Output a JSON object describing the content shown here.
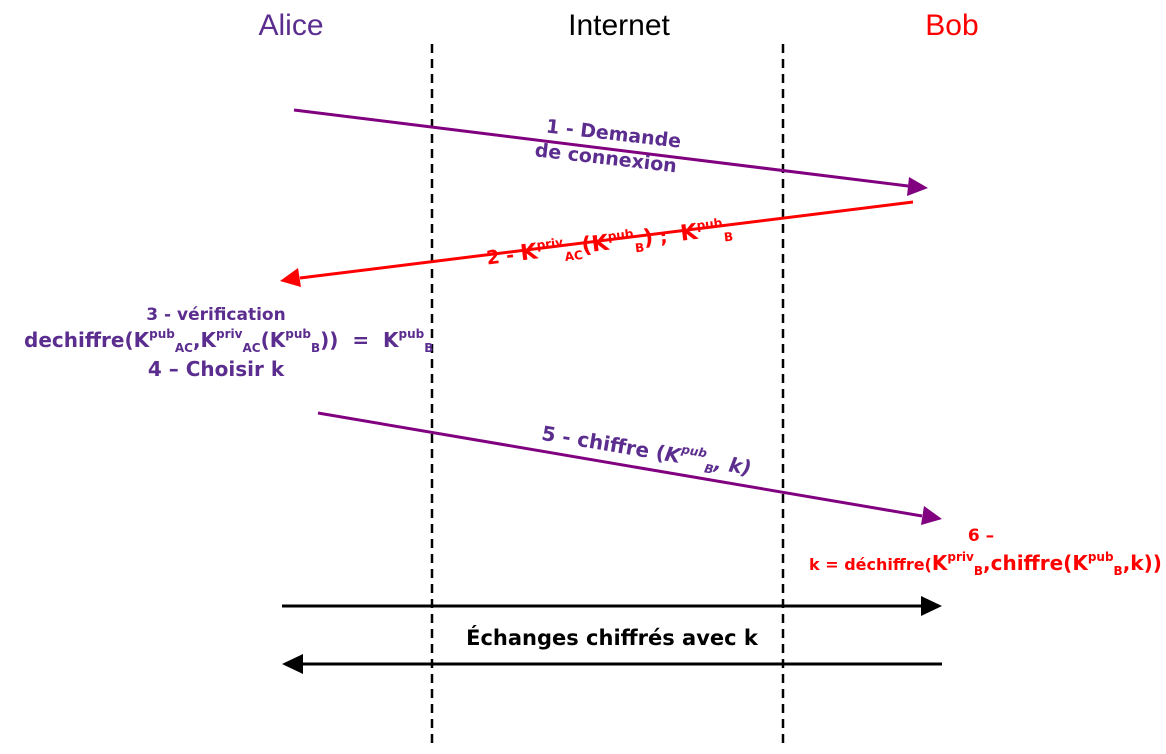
{
  "colors": {
    "alice": "#5b2d8e",
    "bob": "#ff0000",
    "internet": "#000000",
    "msg_purple": "#800080",
    "msg_red": "#ff0000",
    "msg_black": "#000000"
  },
  "actors": {
    "alice": "Alice",
    "internet": "Internet",
    "bob": "Bob"
  },
  "messages": {
    "m1": {
      "line1": "1 - Demande",
      "line2": "de connexion"
    },
    "m2": {
      "prefix": "2 - ",
      "k1": "K",
      "k1_sup": "priv",
      "k1_sub": "AC",
      "paren_open": "(",
      "k2": "K",
      "k2_sup": "pub",
      "k2_sub": "B",
      "paren_close": ")",
      "sep": " ;  ",
      "k3": "K",
      "k3_sup": "pub",
      "k3_sub": "B"
    },
    "m5": {
      "prefix": "5 - chiffre (",
      "k": "K",
      "k_sup": "pub",
      "k_sub": "B",
      "suffix": ", k)"
    },
    "exchange": "Échanges chiffrés avec k"
  },
  "steps": {
    "s3_title": "3 - vérification",
    "s3_formula": {
      "fn": "dechiffre(",
      "a": "K",
      "a_sup": "pub",
      "a_sub": "AC",
      "comma1": ",",
      "b": "K",
      "b_sup": "priv",
      "b_sub": "AC",
      "open": "(",
      "c": "K",
      "c_sup": "pub",
      "c_sub": "B",
      "close": "))",
      "eq": "  =  ",
      "d": "K",
      "d_sup": "pub",
      "d_sub": "B"
    },
    "s4": "4 – Choisir k",
    "s6_title": "6 –",
    "s6_formula": {
      "lhs": "k = déchiffre(",
      "a": "K",
      "a_sup": "priv",
      "a_sub": "B",
      "comma": ",",
      "fn2": "chiffre(",
      "b": "K",
      "b_sup": "pub",
      "b_sub": "B",
      "tail": ",k))"
    }
  }
}
